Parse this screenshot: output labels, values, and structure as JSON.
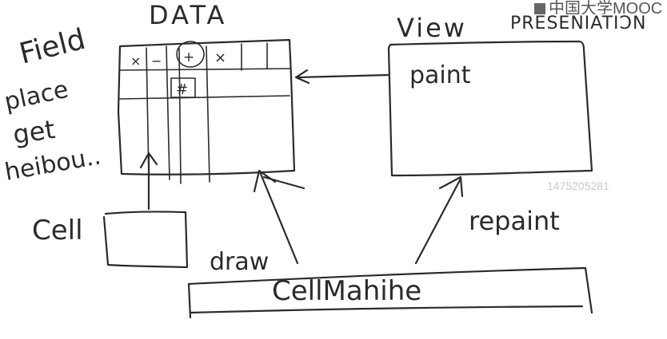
{
  "labels": {
    "field": "Field",
    "data": "DATA",
    "view": "View",
    "presentation": "PRESENIATIƆN",
    "place": "place",
    "get": "get",
    "neighbour": "heibou..",
    "paint": "paint",
    "cell": "Cell",
    "draw": "draw",
    "cell_machine": "CellMahihe",
    "repaint": "repaint",
    "cell_x1": "×",
    "cell_minus": "−",
    "cell_plus": "+",
    "cell_x2": "×",
    "cell_hash": "#"
  },
  "watermark": "1475205281",
  "logo": "中国大学MOOC",
  "colors": {
    "ink": "#2b2b2b",
    "watermark": "#c9c9c9"
  }
}
